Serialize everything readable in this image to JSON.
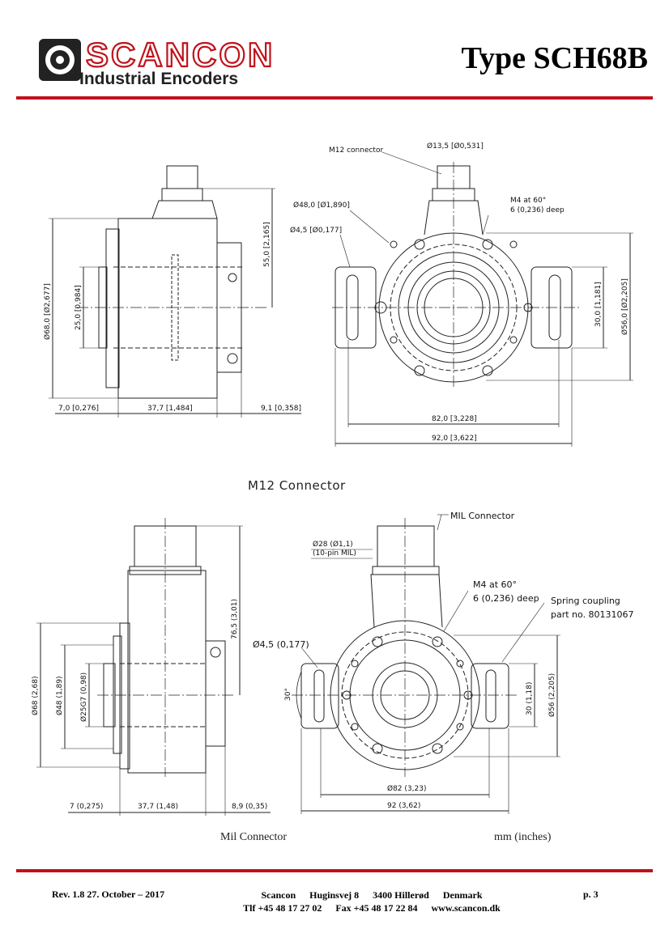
{
  "header": {
    "brand": "SCANCON",
    "tagline": "Industrial Encoders",
    "title": "Type SCH68B"
  },
  "drawing1": {
    "labels": {
      "m12_connector": "M12 connector",
      "dia_13_5": "Ø13,5 [Ø0,531]",
      "m4": "M4 at 60°",
      "m4_depth": "6 (0,236) deep",
      "dia_48": "Ø48,0 [Ø1,890]",
      "dia_4_5": "Ø4,5 [Ø0,177]",
      "dia_68": "Ø68,0 [Ø2,677]",
      "dim_25": "25,0 [0,984]",
      "dim_55": "55,0 [2,165]",
      "dim_30": "30,0 [1,181]",
      "dia_56": "Ø56,0 [Ø2,205]",
      "dim_7": "7,0 [0,276]",
      "dim_37_7": "37,7 [1,484]",
      "dim_9_1": "9,1 [0,358]",
      "dim_82": "82,0 [3,228]",
      "dim_92": "92,0 [3,622]"
    },
    "caption": "M12 Connector"
  },
  "drawing2": {
    "labels": {
      "mil_connector": "MIL Connector",
      "dia_28": "Ø28 (Ø1,1)",
      "pin": "(10-pin MIL)",
      "m4": "M4 at 60°",
      "m4_depth": "6 (0,236) deep",
      "spring": "Spring coupling",
      "part": "part no. 80131067",
      "dim_76_5": "76,5 (3,01)",
      "dia_4_5": "Ø4,5 (0,177)",
      "angle": "30°",
      "dim_30": "30 (1,18)",
      "dia_56": "Ø56 (2,205)",
      "dia_68": "Ø68 (2,68)",
      "dia_48": "Ø48 (1,89)",
      "dia_25": "Ø25G7 (0,98)",
      "dia_82": "Ø82 (3,23)",
      "dim_92": "92 (3,62)",
      "dim_7": "7 (0,275)",
      "dim_37_7": "37,7 (1,48)",
      "dim_8_9": "8,9 (0,35)"
    },
    "caption": "Mil Connector",
    "units": "mm (inches)"
  },
  "footer": {
    "rev": "Rev. 1.8   27. October – 2017",
    "company": "Scancon",
    "address": "Huginsvej 8",
    "city": "3400  Hillerød",
    "country": "Denmark",
    "phone": "Tlf  +45 48 17 27 02",
    "fax": "Fax +45 48 17 22 84",
    "web": "www.scancon.dk",
    "page": "p. 3"
  },
  "colors": {
    "accent": "#c0121b",
    "line": "#222222"
  }
}
